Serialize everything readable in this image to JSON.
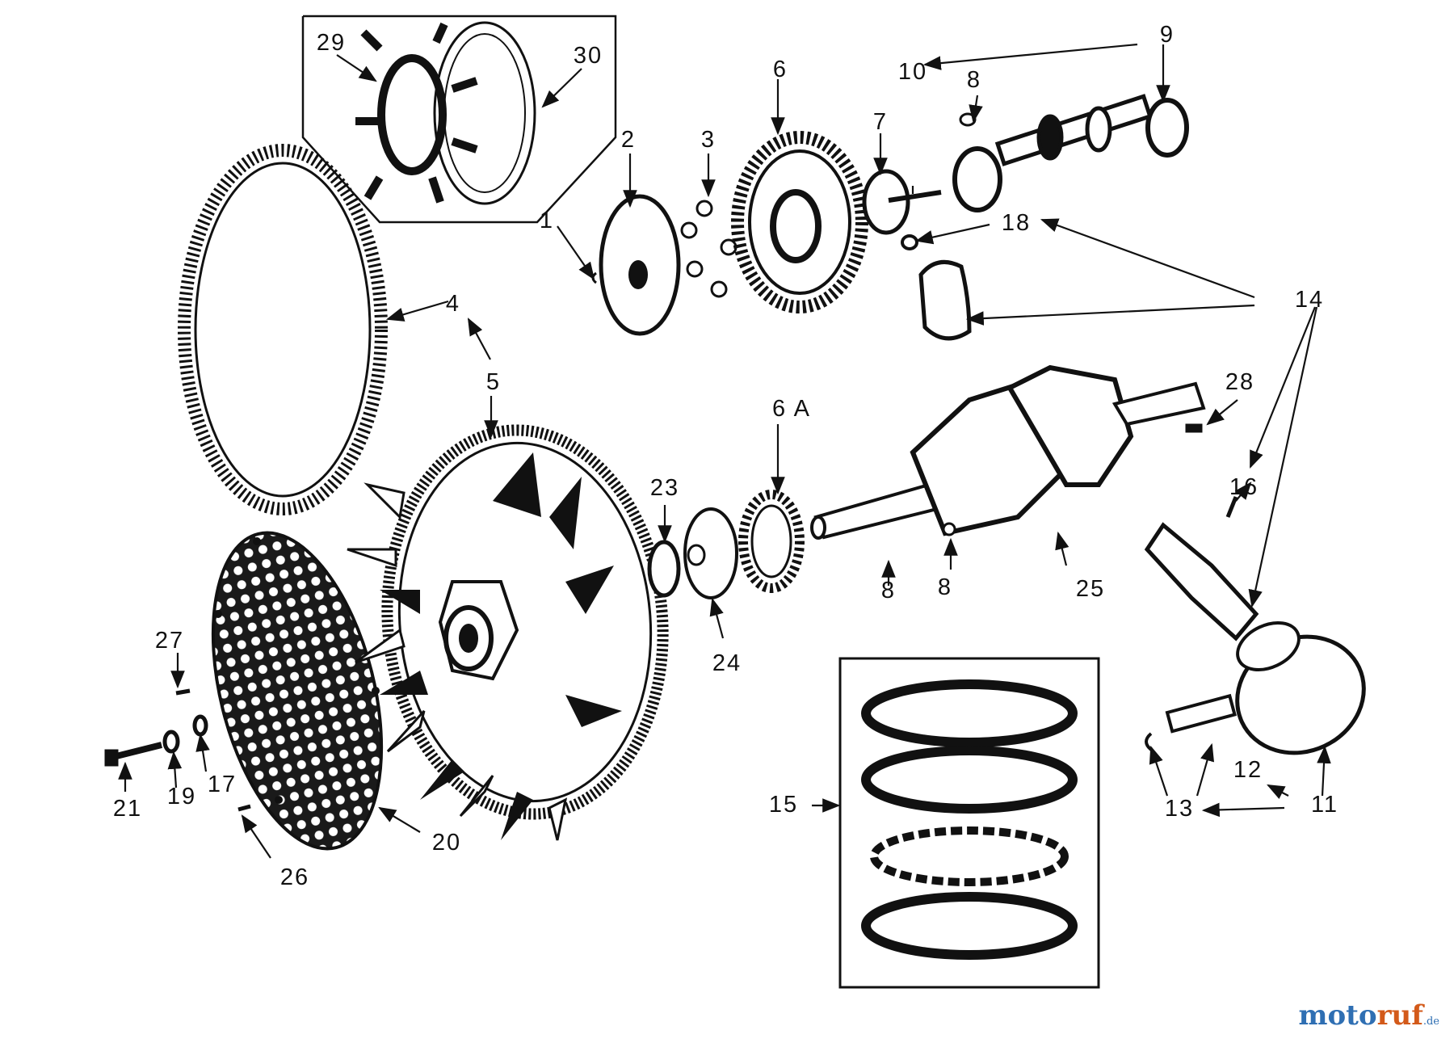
{
  "callouts": [
    "1",
    "2",
    "3",
    "4",
    "5",
    "6",
    "6 A",
    "7",
    "8",
    "8",
    "8",
    "8",
    "9",
    "10",
    "11",
    "11",
    "12",
    "13",
    "14",
    "15",
    "16",
    "17",
    "18",
    "19",
    "20",
    "21",
    "23",
    "24",
    "25",
    "26",
    "27",
    "28",
    "29",
    "30"
  ],
  "watermark": {
    "part1": "moto",
    "part2": "ruf",
    "suffix": ".de"
  },
  "colors": {
    "ink": "#111111",
    "background": "#ffffff"
  }
}
